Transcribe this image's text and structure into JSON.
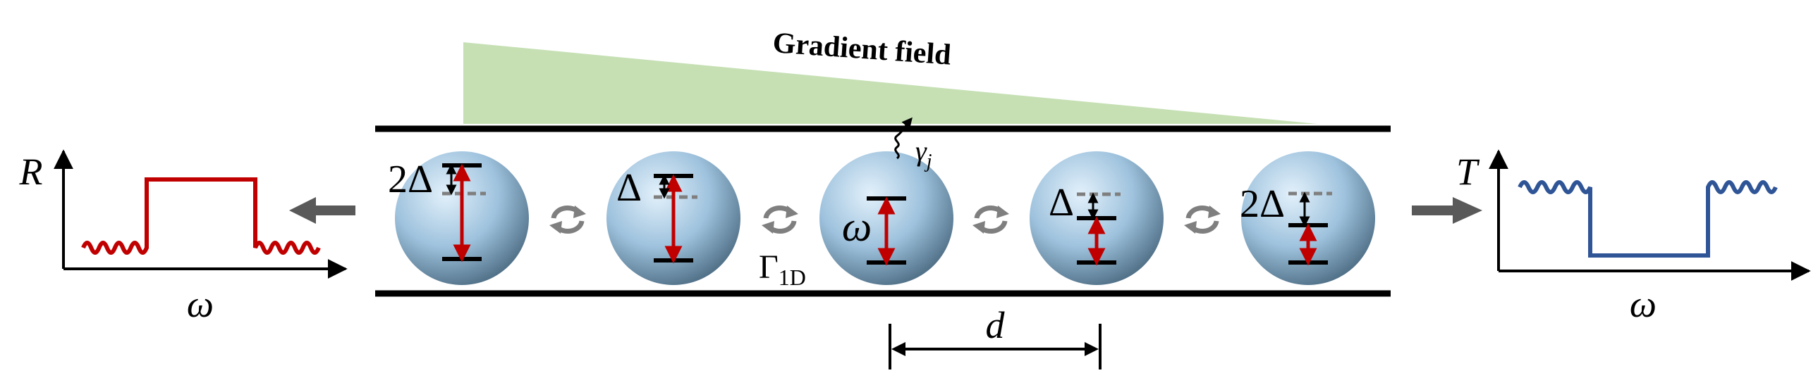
{
  "colors": {
    "waveguide": "#000000",
    "gradient_fill": "#c6e0b4",
    "atom_light": "#e3f1fb",
    "atom_mid": "#9ec2dd",
    "atom_dark": "#4f6f86",
    "transition_arrow": "#c00000",
    "reflection_curve": "#c00000",
    "transmission_curve": "#2f5597",
    "propagation_arrow": "#595959",
    "coupling_arrow": "#7f7f7f",
    "dashed_level": "#7f7f7f"
  },
  "labels": {
    "gradient_field": "Gradient field",
    "decay_rate": "γ",
    "decay_rate_sub": "j",
    "coupling": "Γ",
    "coupling_sub": "1D",
    "spacing": "d",
    "frequency": "ω"
  },
  "atoms": [
    {
      "detuning_label": "2Δ"
    },
    {
      "detuning_label": "Δ"
    },
    {
      "detuning_label": "ω"
    },
    {
      "detuning_label": "Δ"
    },
    {
      "detuning_label": "2Δ"
    }
  ],
  "reflection_plot": {
    "y_label": "R",
    "x_label": "ω",
    "icon": "reflection-spectrum-curve"
  },
  "transmission_plot": {
    "y_label": "T",
    "x_label": "ω",
    "icon": "transmission-spectrum-curve"
  }
}
